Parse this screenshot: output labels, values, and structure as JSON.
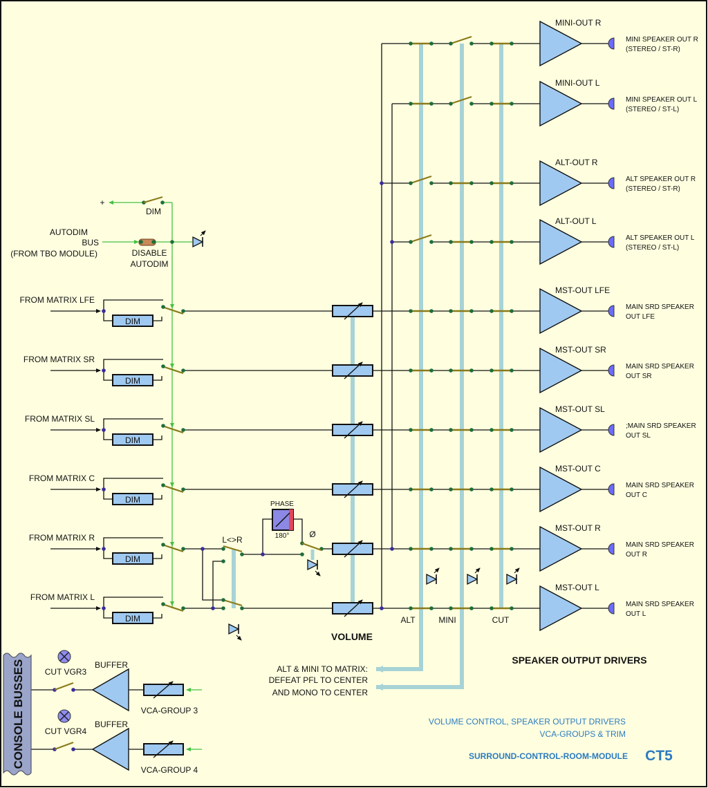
{
  "colors": {
    "background": "#ffffe0",
    "component_fill": "#9fc9f0",
    "bus_bar": "#a7d3d6",
    "control_line": "#44c044",
    "switch": "#8a7a1a",
    "node": "#1e6e3a",
    "title_blue": "#2b7bbf",
    "jack": "#6b6bff"
  },
  "control": {
    "plus": "+",
    "dim_label": "DIM",
    "autodim_lines": [
      "AUTODIM",
      "BUS",
      "(FROM TBO MODULE)"
    ],
    "disable_lines": [
      "DISABLE",
      "AUTODIM"
    ]
  },
  "inputs": [
    {
      "label": "FROM MATRIX LFE",
      "dim": "DIM"
    },
    {
      "label": "FROM MATRIX SR",
      "dim": "DIM"
    },
    {
      "label": "FROM MATRIX SL",
      "dim": "DIM"
    },
    {
      "label": "FROM MATRIX C",
      "dim": "DIM"
    },
    {
      "label": "FROM MATRIX R",
      "dim": "DIM"
    },
    {
      "label": "FROM MATRIX L",
      "dim": "DIM"
    }
  ],
  "swap_label": "L<>R",
  "phase": {
    "label": "PHASE",
    "deg": "180°",
    "symbol": "Ø"
  },
  "volume_label": "VOLUME",
  "outputs": [
    {
      "amp": "MINI-OUT R",
      "dest": [
        "MINI SPEAKER OUT R",
        "(STEREO / ST-R)"
      ]
    },
    {
      "amp": "MINI-OUT L",
      "dest": [
        "MINI SPEAKER OUT L",
        "(STEREO / ST-L)"
      ]
    },
    {
      "amp": "ALT-OUT R",
      "dest": [
        "ALT SPEAKER OUT R",
        "(STEREO / ST-R)"
      ]
    },
    {
      "amp": "ALT-OUT L",
      "dest": [
        "ALT SPEAKER OUT L",
        "(STEREO / ST-L)"
      ]
    },
    {
      "amp": "MST-OUT LFE",
      "dest": [
        "MAIN SRD SPEAKER",
        "OUT LFE"
      ]
    },
    {
      "amp": "MST-OUT SR",
      "dest": [
        "MAIN SRD SPEAKER",
        "OUT SR"
      ]
    },
    {
      "amp": "MST-OUT SL",
      "dest": [
        ";MAIN SRD SPEAKER",
        "OUT SL"
      ]
    },
    {
      "amp": "MST-OUT C",
      "dest": [
        "MAIN SRD SPEAKER",
        "OUT C"
      ]
    },
    {
      "amp": "MST-OUT R",
      "dest": [
        "MAIN SRD SPEAKER",
        "OUT R"
      ]
    },
    {
      "amp": "MST-OUT L",
      "dest": [
        "MAIN SRD SPEAKER",
        "OUT L"
      ]
    }
  ],
  "bus_labels": {
    "alt": "ALT",
    "mini": "MINI",
    "cut": "CUT"
  },
  "matrix_note": [
    "ALT & MINI TO MATRIX:",
    "DEFEAT PFL TO CENTER",
    "AND MONO TO CENTER"
  ],
  "section_title": "SPEAKER OUTPUT DRIVERS",
  "console_busses": "CONSOLE BUSSES",
  "vca_groups": [
    {
      "cut": "CUT VGR3",
      "buffer": "BUFFER",
      "vca": "VCA-GROUP 3"
    },
    {
      "cut": "CUT VGR4",
      "buffer": "BUFFER",
      "vca": "VCA-GROUP 4"
    }
  ],
  "footer": {
    "line1": "VOLUME CONTROL, SPEAKER OUTPUT DRIVERS",
    "line2": "VCA-GROUPS & TRIM",
    "module": "SURROUND-CONTROL-ROOM-MODULE",
    "code": "CT5"
  }
}
